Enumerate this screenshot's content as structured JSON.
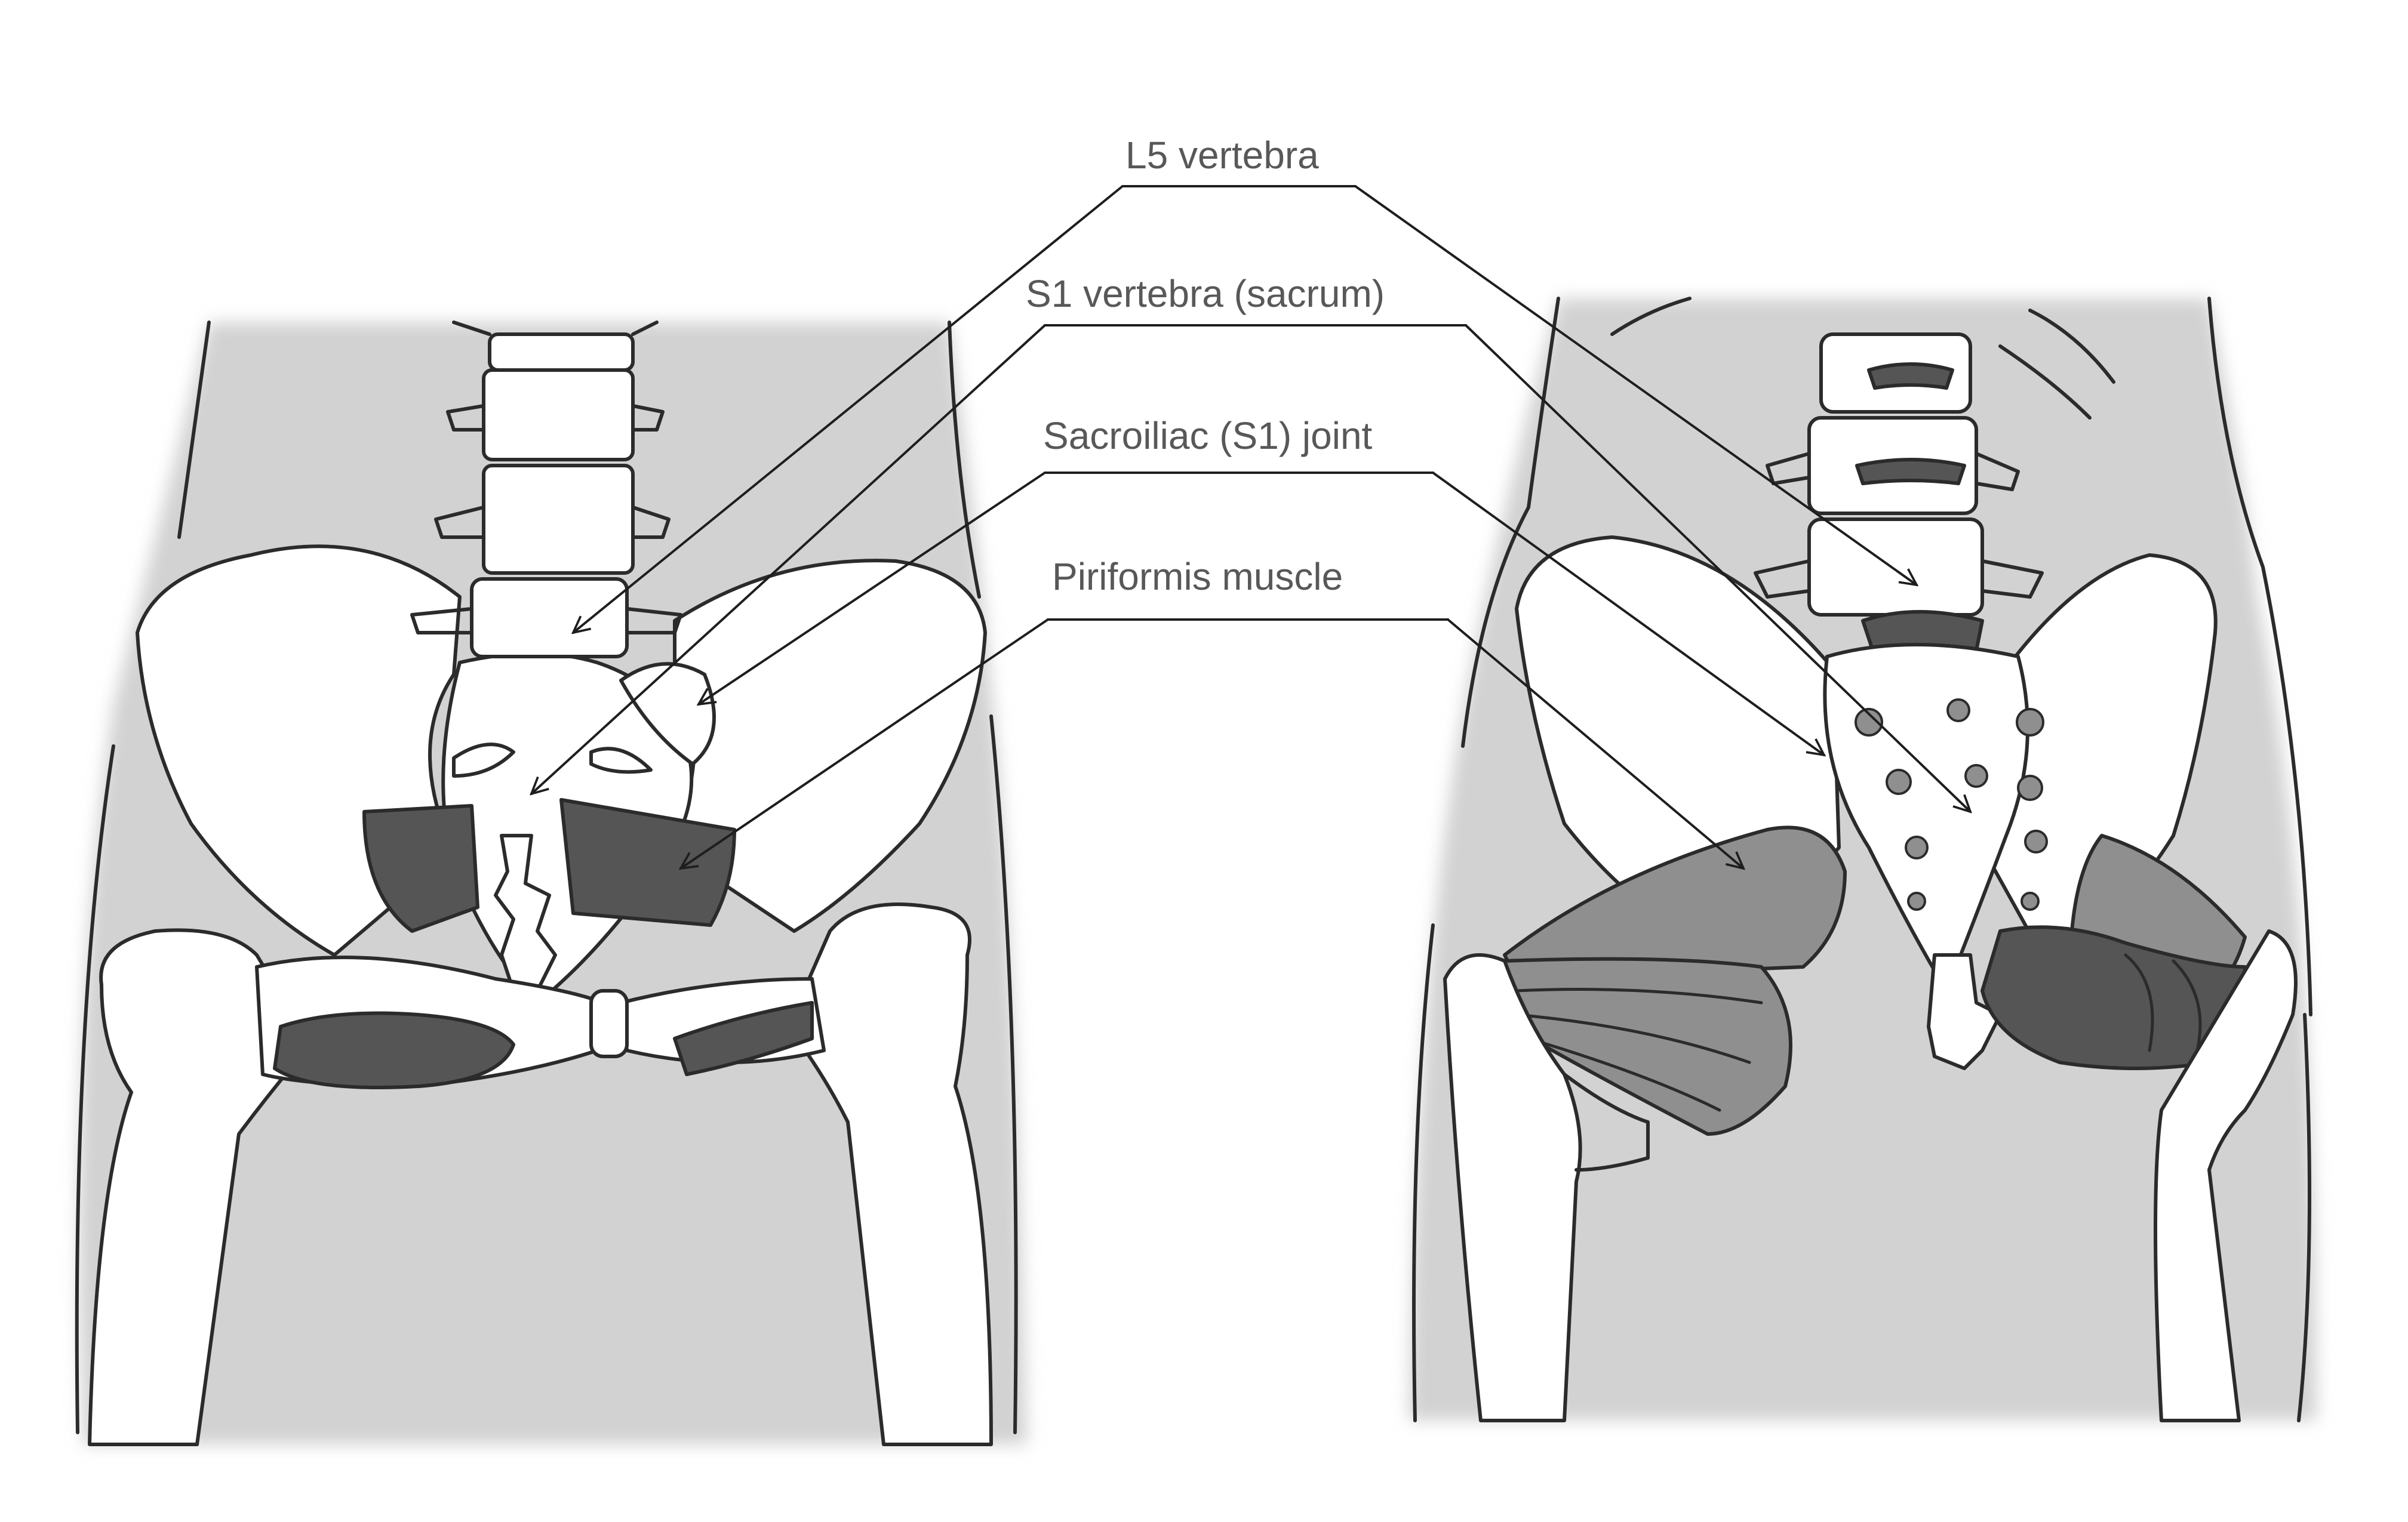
{
  "diagram": {
    "labels": {
      "l5": "L5 vertebra",
      "s1": "S1 vertebra (sacrum)",
      "si_joint": "Sacroiliac (S1) joint",
      "piriformis": "Piriformis muscle"
    },
    "views": [
      "anterior-pelvis",
      "posterior-pelvis"
    ],
    "colors": {
      "background": "#ffffff",
      "soft_tissue": "#d2d2d2",
      "bone": "#ffffff",
      "outline": "#2b2b2b",
      "dark_fill": "#555555",
      "muscle": "#8f8f8f",
      "label_text": "#585858",
      "leader_line": "#1e1e1e"
    }
  }
}
